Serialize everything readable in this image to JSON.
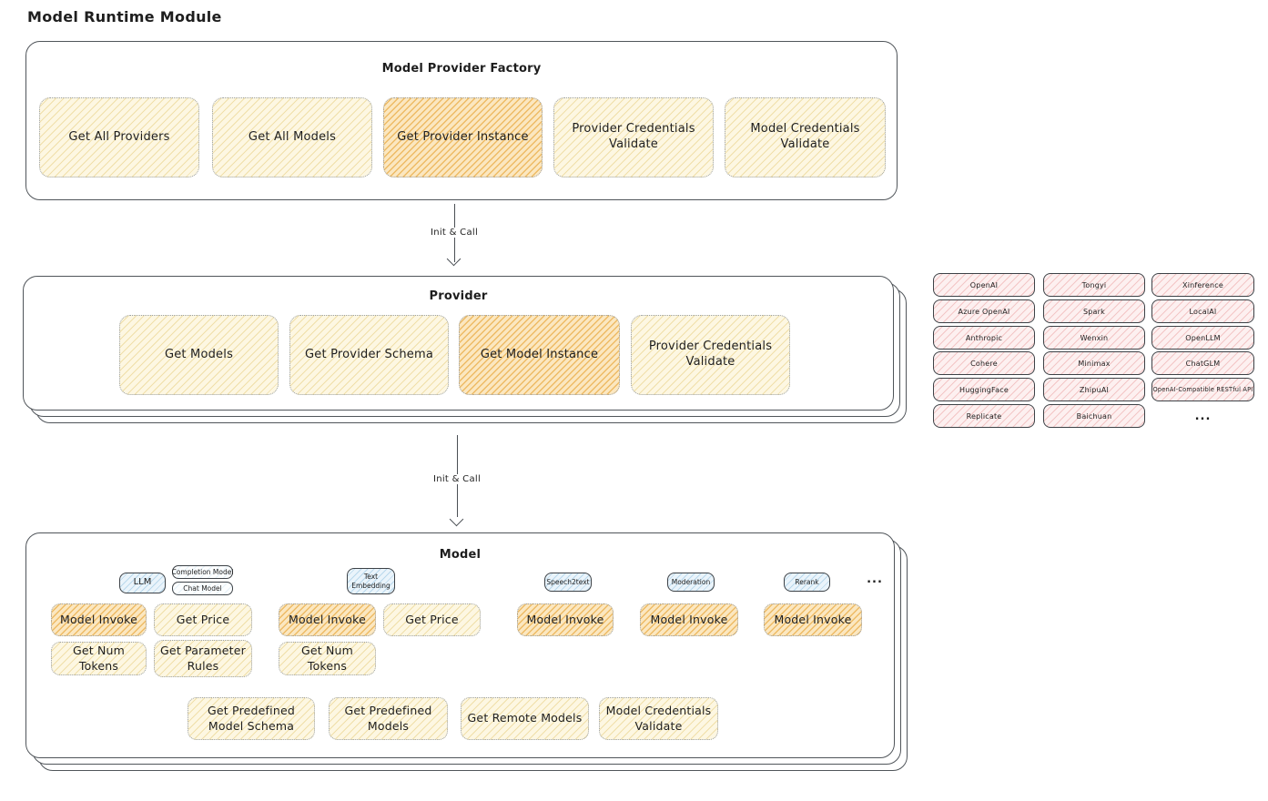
{
  "page_title": "Model Runtime Module",
  "arrows": {
    "init_call_1": "Init & Call",
    "init_call_2": "Init & Call"
  },
  "factory": {
    "title": "Model Provider Factory",
    "buttons": [
      {
        "label": "Get All Providers",
        "highlight": false
      },
      {
        "label": "Get All Models",
        "highlight": false
      },
      {
        "label": "Get Provider Instance",
        "highlight": true
      },
      {
        "label": "Provider Credentials Validate",
        "highlight": false
      },
      {
        "label": "Model Credentials Validate",
        "highlight": false
      }
    ]
  },
  "provider": {
    "title": "Provider",
    "buttons": [
      {
        "label": "Get Models",
        "highlight": false
      },
      {
        "label": "Get Provider Schema",
        "highlight": false
      },
      {
        "label": "Get Model Instance",
        "highlight": true
      },
      {
        "label": "Provider Credentials Validate",
        "highlight": false
      }
    ]
  },
  "model": {
    "title": "Model",
    "groups": [
      {
        "tag": "LLM",
        "subtags": [
          "Completion Model",
          "Chat Model"
        ],
        "buttons": [
          {
            "label": "Model Invoke",
            "highlight": true
          },
          {
            "label": "Get Price",
            "highlight": false
          },
          {
            "label": "Get Num Tokens",
            "highlight": false
          },
          {
            "label": "Get Parameter Rules",
            "highlight": false
          }
        ]
      },
      {
        "tag": "Text Embedding",
        "buttons": [
          {
            "label": "Model Invoke",
            "highlight": true
          },
          {
            "label": "Get Price",
            "highlight": false
          },
          {
            "label": "Get Num Tokens",
            "highlight": false
          }
        ]
      },
      {
        "tag": "Speech2text",
        "buttons": [
          {
            "label": "Model Invoke",
            "highlight": true
          }
        ]
      },
      {
        "tag": "Moderation",
        "buttons": [
          {
            "label": "Model Invoke",
            "highlight": true
          }
        ]
      },
      {
        "tag": "Rerank",
        "buttons": [
          {
            "label": "Model Invoke",
            "highlight": true
          }
        ]
      }
    ],
    "groups_ellipsis": "...",
    "bottom_buttons": [
      {
        "label": "Get Predefined Model Schema"
      },
      {
        "label": "Get Predefined Models"
      },
      {
        "label": "Get Remote Models"
      },
      {
        "label": "Model Credentials Validate"
      }
    ]
  },
  "providers_panel": {
    "columns": [
      [
        "OpenAI",
        "Azure OpenAI",
        "Anthropic",
        "Cohere",
        "HuggingFace",
        "Replicate"
      ],
      [
        "Tongyi",
        "Spark",
        "Wenxin",
        "Minimax",
        "ZhipuAI",
        "Baichuan"
      ],
      [
        "Xinference",
        "LocalAI",
        "OpenLLM",
        "ChatGLM",
        "OpenAI-Compatible RESTful API"
      ]
    ],
    "ellipsis": "..."
  },
  "colors": {
    "ink": "#1e1e1e",
    "cream_fill": "#fdf7e2",
    "cream_stripe": "#f0dfa9",
    "orange_fill": "#fbe7c0",
    "orange_stripe": "#eebb65",
    "blue_fill": "#eaf4fb",
    "blue_stripe": "#b9d8ec",
    "pink_fill": "#fdf0f0",
    "pink_stripe": "#f3c6c6"
  }
}
